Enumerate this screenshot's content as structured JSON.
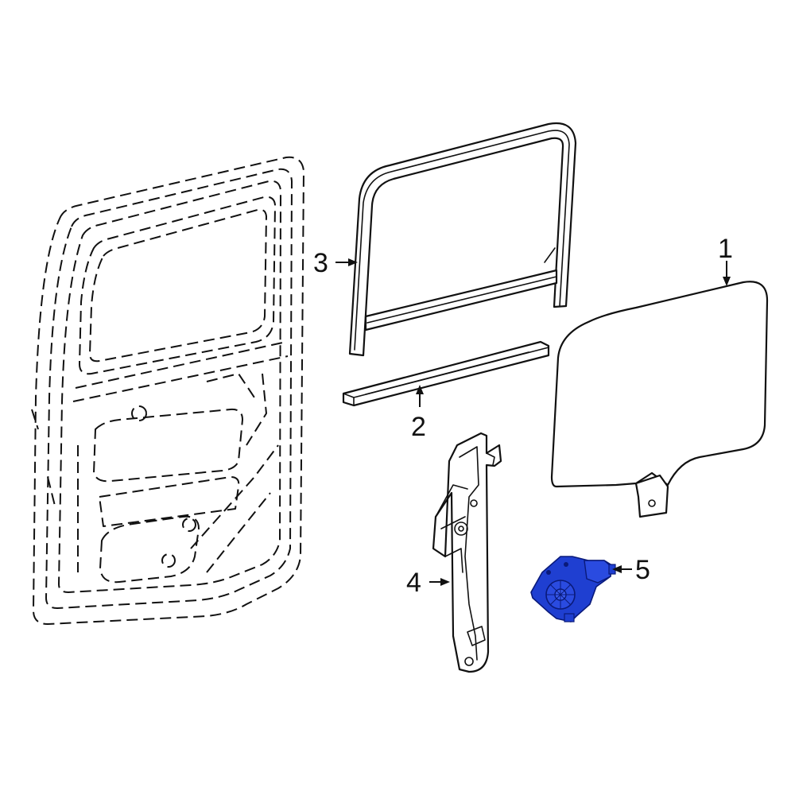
{
  "callouts": [
    {
      "id": "1",
      "label": "1"
    },
    {
      "id": "2",
      "label": "2"
    },
    {
      "id": "3",
      "label": "3"
    },
    {
      "id": "4",
      "label": "4"
    },
    {
      "id": "5",
      "label": "5"
    }
  ],
  "colors": {
    "line": "#111111",
    "highlight_part": "#1f3fd1",
    "highlight_dark": "#0a1a7a",
    "background": "#ffffff"
  }
}
